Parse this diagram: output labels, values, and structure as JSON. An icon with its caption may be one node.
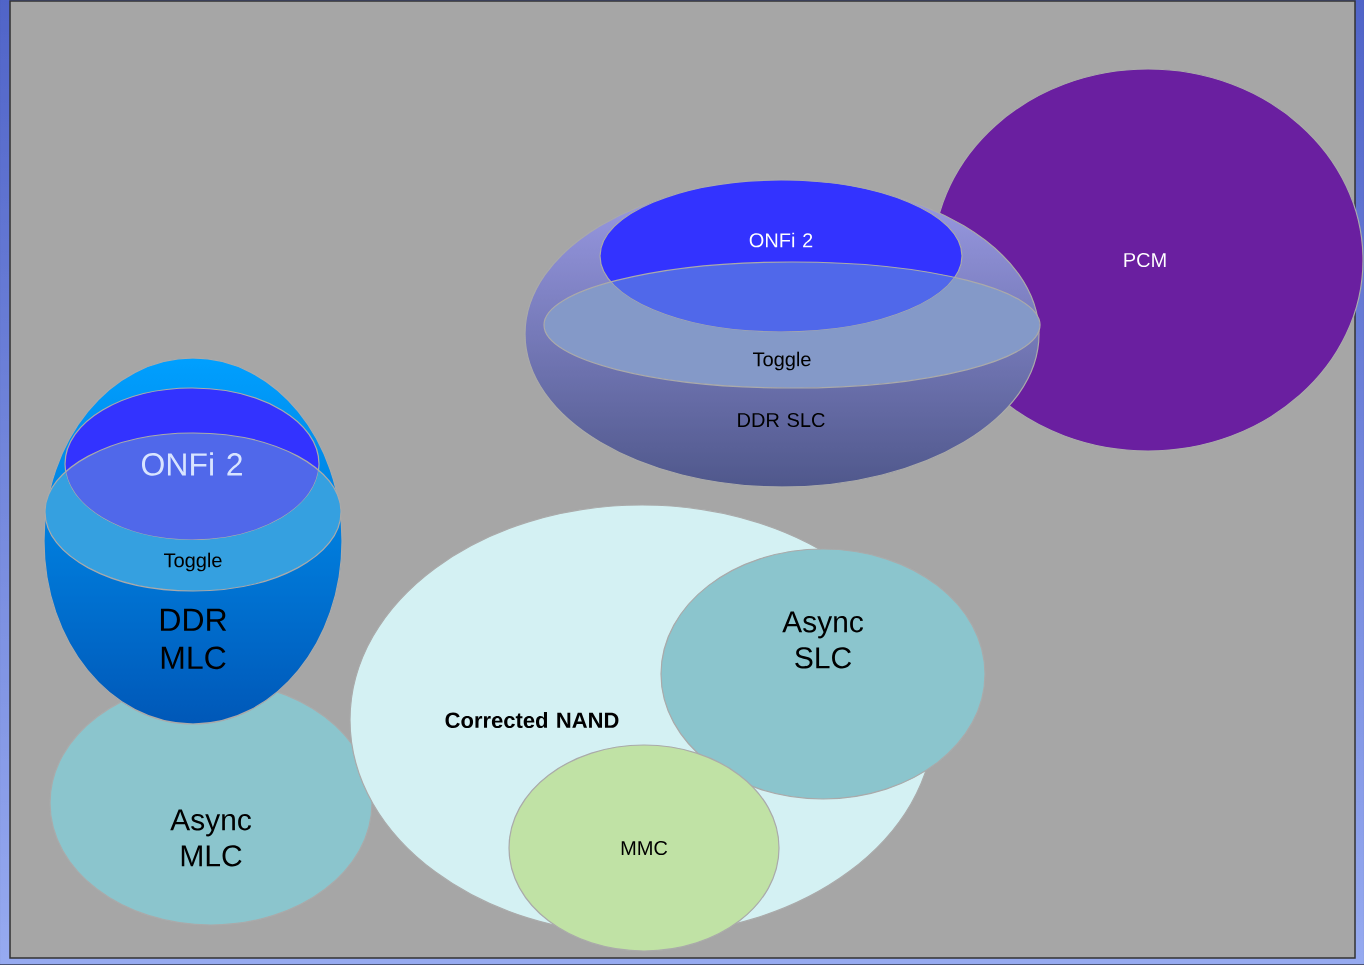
{
  "diagram": {
    "nodes": [
      {
        "text": [
          "DDR MLC"
        ]
      },
      {
        "text": [
          "ONFi 2"
        ],
        "in": 0
      },
      {
        "text": [
          "Toggle"
        ],
        "in": 0
      },
      {
        "text": [
          "Async MLC"
        ]
      },
      {
        "text": [
          "DDR SLC"
        ]
      },
      {
        "text": [
          "ONFi 2"
        ],
        "in": 4
      },
      {
        "text": [
          "Toggle"
        ],
        "in": 4
      },
      {
        "text": [
          "PCM"
        ]
      },
      {
        "text": [
          "Corrected NAND"
        ]
      },
      {
        "text": [
          "Async SLC"
        ]
      },
      {
        "text": [
          "MMC"
        ]
      }
    ]
  }
}
